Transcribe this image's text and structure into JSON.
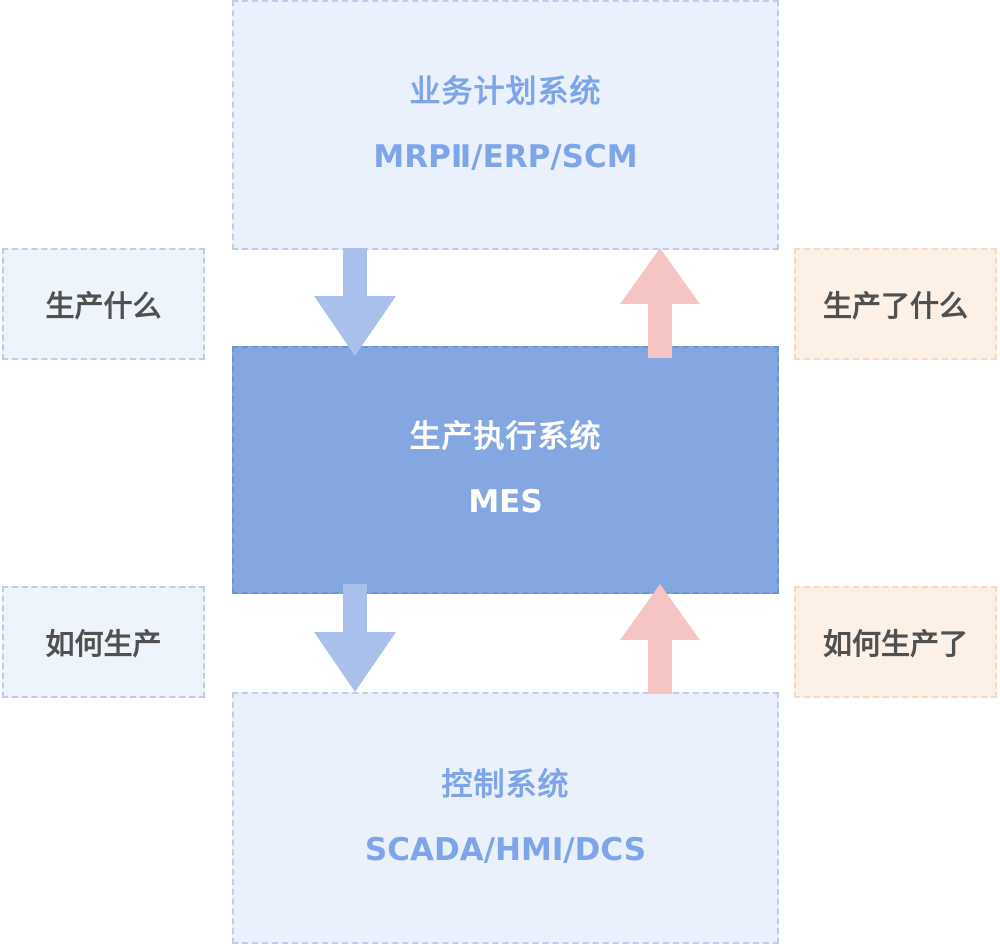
{
  "top_box": {
    "title": "业务计划系统",
    "subtitle": "MRPⅡ/ERP/SCM"
  },
  "mid_box": {
    "title": "生产执行系统",
    "subtitle": "MES"
  },
  "bottom_box": {
    "title": "控制系统",
    "subtitle": "SCADA/HMI/DCS"
  },
  "left_labels": {
    "top": "生产什么",
    "bottom": "如何生产"
  },
  "right_labels": {
    "top": "生产了什么",
    "bottom": "如何生产了"
  },
  "colors": {
    "down_arrow": "#a9c0ea",
    "up_arrow": "#f4c5c3",
    "mes_fill": "#84a7e2",
    "system_fill": "#eaf1fd",
    "left_label_fill": "#eef4fc",
    "right_label_fill": "#fdf0e6"
  },
  "icons": {
    "down": "down-arrow-icon",
    "up": "up-arrow-icon"
  }
}
